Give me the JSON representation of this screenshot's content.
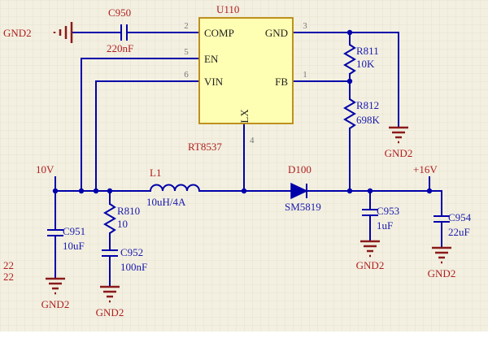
{
  "schematic": {
    "ic": {
      "designator": "U110",
      "part_number": "RT8537",
      "pins": {
        "comp": {
          "number": "2",
          "name": "COMP"
        },
        "en": {
          "number": "5",
          "name": "EN"
        },
        "vin": {
          "number": "6",
          "name": "VIN"
        },
        "gnd": {
          "number": "3",
          "name": "GND"
        },
        "fb": {
          "number": "1",
          "name": "FB"
        },
        "lx": {
          "number": "4",
          "name": "LX"
        }
      }
    },
    "components": {
      "c950": {
        "designator": "C950",
        "value": "220nF"
      },
      "r811": {
        "designator": "R811",
        "value": "10K"
      },
      "r812": {
        "designator": "R812",
        "value": "698K"
      },
      "r810": {
        "designator": "R810",
        "value": "10"
      },
      "c951": {
        "designator": "C951",
        "value": "10uF"
      },
      "c952": {
        "designator": "C952",
        "value": "100nF"
      },
      "c953": {
        "designator": "C953",
        "value": "1uF"
      },
      "c954": {
        "designator": "C954",
        "value": "22uF"
      },
      "l1": {
        "designator": "L1",
        "value": "10uH/4A"
      },
      "d100": {
        "designator": "D100",
        "value": "SM5819"
      }
    },
    "nets": {
      "ground": "GND2",
      "input_rail": "10V",
      "output_rail": "+16V",
      "clipped_label_1": "22",
      "clipped_label_2": "22"
    },
    "colors": {
      "background": "#f3f0e1",
      "grid_line": "#e6e2d1",
      "wire": "#0000aa",
      "ground_symbol": "#8b1a1a",
      "label_red": "#b01e1e",
      "label_blue": "#1a1aae",
      "ic_fill": "#ffffb3",
      "ic_border": "#b8860b",
      "pin_number_gray": "#787878",
      "pin_name_black": "#1f1f1f"
    }
  }
}
